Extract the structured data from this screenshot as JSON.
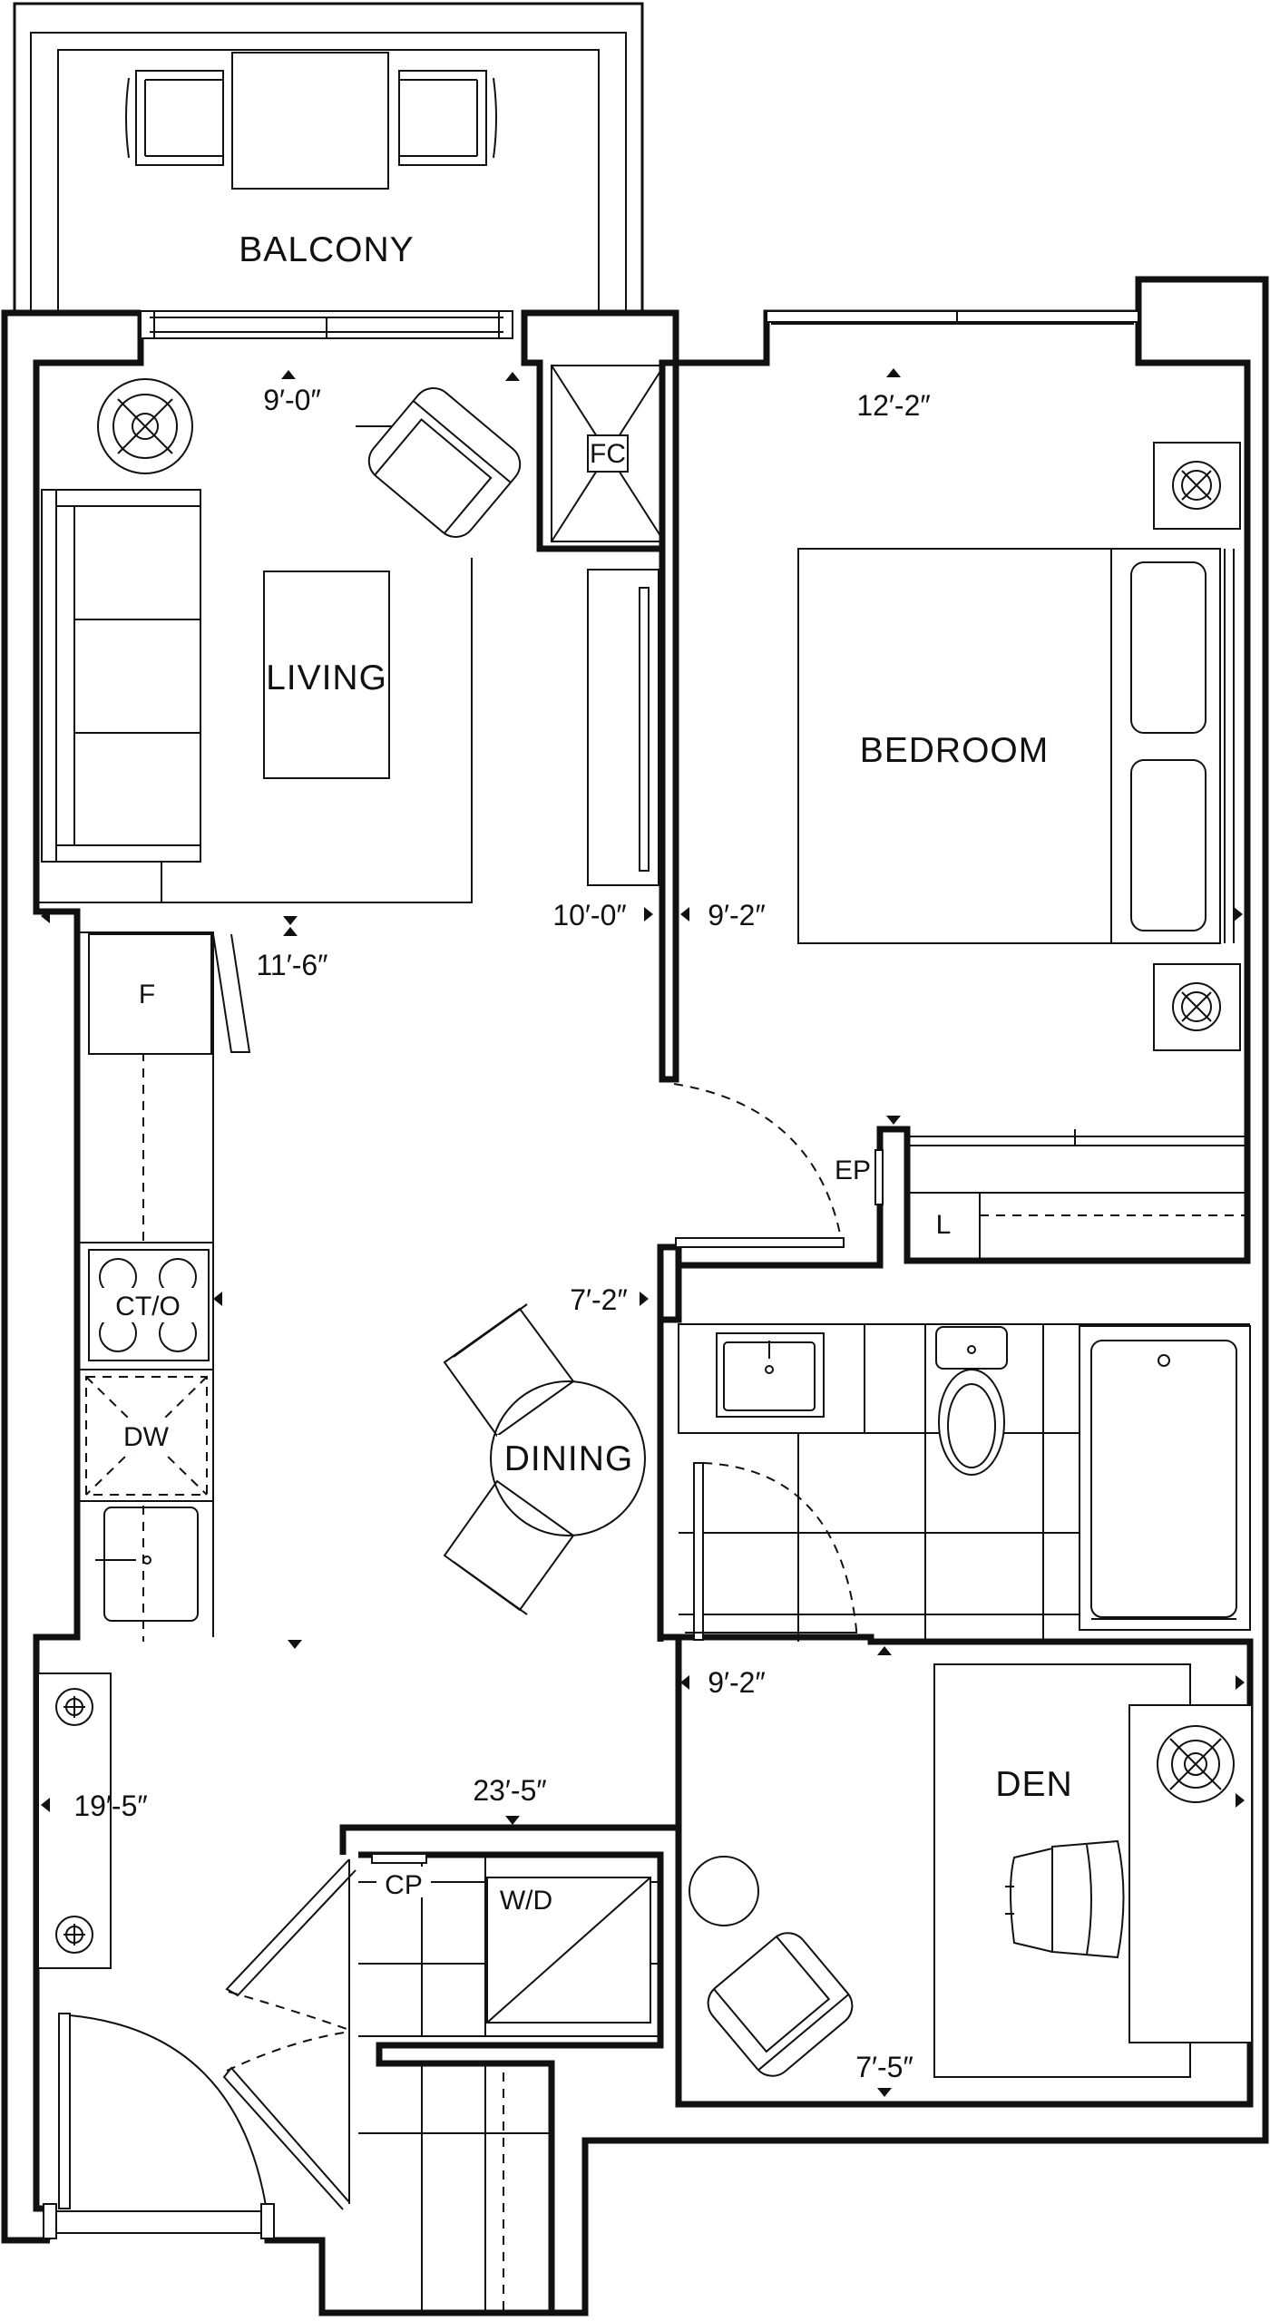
{
  "rooms": {
    "balcony": "BALCONY",
    "living": "LIVING",
    "bedroom": "BEDROOM",
    "dining": "DINING",
    "den": "DEN"
  },
  "fixtures": {
    "fc": "FC",
    "f": "F",
    "cto": "CT/O",
    "dw": "DW",
    "ep": "EP",
    "l": "L",
    "cp": "CP",
    "wd": "W/D"
  },
  "dimensions": {
    "living_width": "9′-0″",
    "living_depth": "11′-6″",
    "bedroom_width": "12′-2″",
    "bedroom_depth": "9′-2″",
    "living_right": "10′-0″",
    "dining": "7′-2″",
    "bath": "9′-2″",
    "overall_width": "23′-5″",
    "overall_depth": "19′-5″",
    "den": "7′-5″"
  }
}
